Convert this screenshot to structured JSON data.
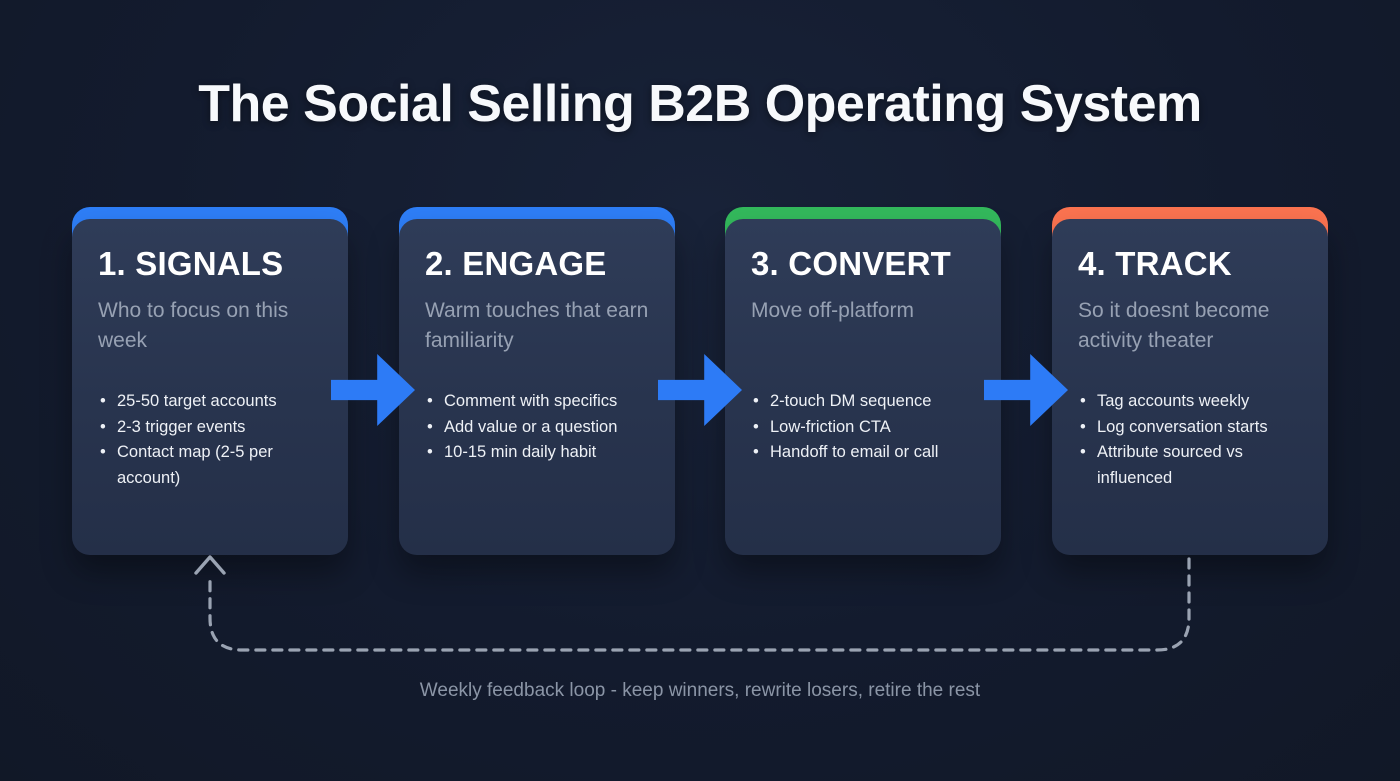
{
  "title": "The Social Selling B2B Operating System",
  "colors": {
    "background": "#131b2e",
    "accent_blue": "#2e7ef7",
    "accent_green": "#33b95c",
    "accent_orange": "#fb7350",
    "arrow_blue": "#2d7bf6",
    "loop_gray": "#9aa3b2"
  },
  "cards": [
    {
      "heading": "1. SIGNALS",
      "subtitle": "Who to focus on this week",
      "accent": "#2e7ef7",
      "bullets": [
        "25-50 target accounts",
        "2-3 trigger events",
        "Contact map (2-5 per account)"
      ]
    },
    {
      "heading": "2. ENGAGE",
      "subtitle": "Warm touches that earn familiarity",
      "accent": "#2e7ef7",
      "bullets": [
        "Comment with specifics",
        "Add value or a question",
        "10-15 min daily habit"
      ]
    },
    {
      "heading": "3. CONVERT",
      "subtitle": "Move off-platform",
      "accent": "#33b95c",
      "bullets": [
        "2-touch DM sequence",
        "Low-friction CTA",
        "Handoff to email or call"
      ]
    },
    {
      "heading": "4. TRACK",
      "subtitle": "So it doesnt become activity theater",
      "accent": "#fb7350",
      "bullets": [
        "Tag accounts weekly",
        "Log conversation starts",
        "Attribute sourced vs influenced"
      ]
    }
  ],
  "feedback_loop": {
    "caption": "Weekly feedback loop - keep winners, rewrite losers, retire the rest"
  }
}
